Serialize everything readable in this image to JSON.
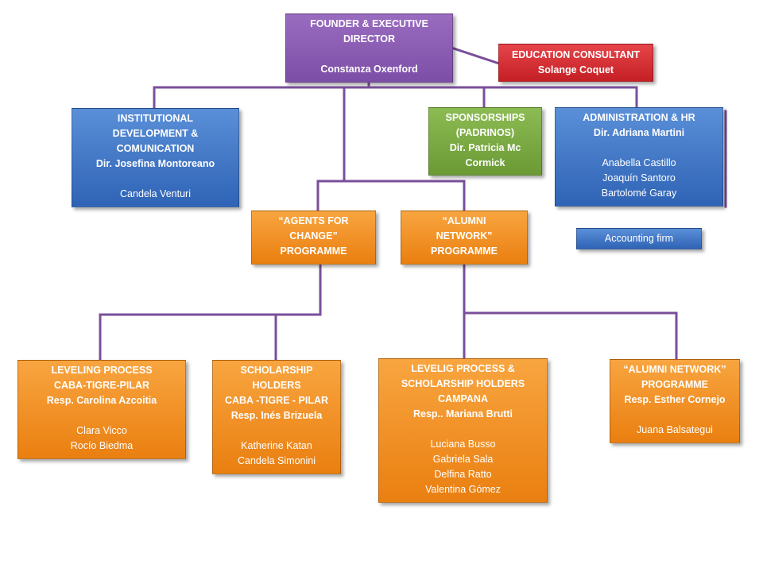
{
  "colors": {
    "connector": "#7a4f9a",
    "purple": "#8a5bb3",
    "red": "#d3272d",
    "blue": "#3e74c5",
    "green": "#7aa843",
    "orange": "#f1901f"
  },
  "founder": {
    "title_line1": "FOUNDER & EXECUTIVE",
    "title_line2": "DIRECTOR",
    "name": "Constanza Oxenford"
  },
  "education": {
    "title": "EDUCATION CONSULTANT",
    "name": "Solange Coquet"
  },
  "institutional": {
    "line1": "INSTITUTIONAL",
    "line2": "DEVELOPMENT &",
    "line3": "COMUNICATION",
    "director": "Dir. Josefina Montoreano",
    "member1": "Candela Venturi"
  },
  "sponsorships": {
    "line1": "SPONSORSHIPS",
    "line2": "(PADRINOS)",
    "line3": "Dir. Patricia  Mc",
    "line4": "Cormick"
  },
  "administration": {
    "title": "ADMINISTRATION & HR",
    "director": "Dir. Adriana Martini",
    "members": [
      "Anabella Castillo",
      "Joaquín Santoro",
      "Bartolomé Garay"
    ]
  },
  "accounting": {
    "label": "Accounting firm"
  },
  "agents": {
    "line1": "“AGENTS FOR",
    "line2": "CHANGE”",
    "line3": "PROGRAMME"
  },
  "alumni_network": {
    "line1": "“ALUMNI",
    "line2": "NETWORK”",
    "line3": "PROGRAMME"
  },
  "leveling": {
    "line1": "LEVELING PROCESS",
    "line2": "CABA-TIGRE-PILAR",
    "resp": "Resp. Carolina Azcoitia",
    "members": [
      "Clara Vicco",
      "Rocío Biedma"
    ]
  },
  "scholarship": {
    "line1": "SCHOLARSHIP",
    "line2": "HOLDERS",
    "line3": "CABA -TIGRE - PILAR",
    "resp": "Resp. Inés Brizuela",
    "members": [
      "Katherine Katan",
      "Candela Simonini"
    ]
  },
  "campana": {
    "line1": "LEVELIG PROCESS &",
    "line2": "SCHOLARSHIP HOLDERS",
    "line3": "CAMPANA",
    "resp": "Resp..  Mariana Brutti",
    "members": [
      "Luciana Busso",
      "Gabriela Sala",
      "Delfina Ratto",
      "Valentina Gómez"
    ]
  },
  "alumni_programme": {
    "line1": "“ALUMNI NETWORK”",
    "line2": "PROGRAMME",
    "resp": "Resp. Esther Cornejo",
    "members": [
      "Juana Balsategui"
    ]
  }
}
